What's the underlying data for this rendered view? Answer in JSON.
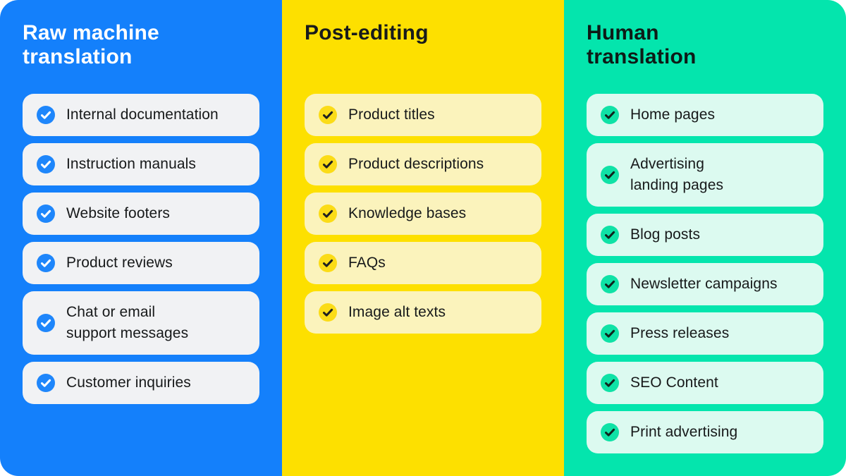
{
  "board": {
    "background": "#FFFFFF"
  },
  "columns": [
    {
      "id": "raw-machine-translation",
      "title": "Raw machine\ntranslation",
      "title_color": "#FFFFFF",
      "bg_color": "#1480FB",
      "card_bg_color": "#F1F2F4",
      "check_circle_color": "#1E86FB",
      "check_mark_color": "#FFFFFF",
      "items": [
        "Internal documentation",
        "Instruction manuals",
        "Website footers",
        "Product reviews",
        "Chat or email\nsupport messages",
        "Customer inquiries"
      ]
    },
    {
      "id": "post-editing",
      "title": "Post-editing",
      "title_color": "#181B1B",
      "bg_color": "#FDE000",
      "card_bg_color": "#FBF3BC",
      "check_circle_color": "#FBDC17",
      "check_mark_color": "#1F2020",
      "items": [
        "Product titles",
        "Product descriptions",
        "Knowledge bases",
        "FAQs",
        "Image alt texts"
      ]
    },
    {
      "id": "human-translation",
      "title": "Human\ntranslation",
      "title_color": "#0E1B17",
      "bg_color": "#04E5AD",
      "card_bg_color": "#DCFAF0",
      "check_circle_color": "#0FE2A6",
      "check_mark_color": "#0F241D",
      "items": [
        "Home pages",
        "Advertising\nlanding pages",
        "Blog posts",
        "Newsletter campaigns",
        "Press releases",
        "SEO Content",
        "Print advertising"
      ]
    }
  ]
}
